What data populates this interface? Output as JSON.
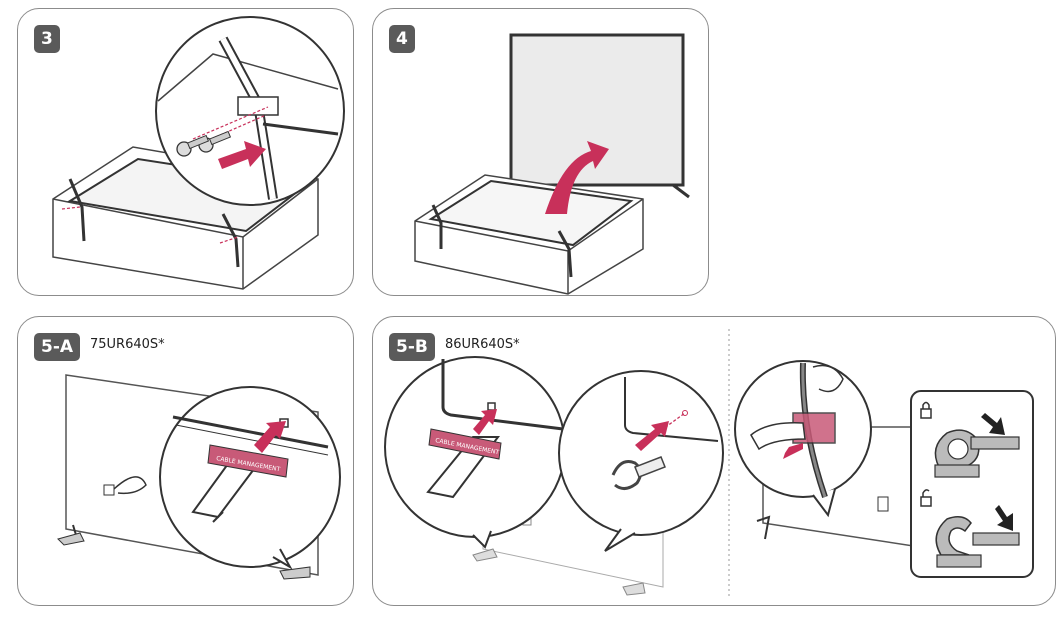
{
  "steps": {
    "s3": {
      "label": "3"
    },
    "s4": {
      "label": "4"
    },
    "s5a": {
      "label": "5-A",
      "model": "75UR640S*",
      "tag_text": "CABLE MANAGEMENT"
    },
    "s5b": {
      "label": "5-B",
      "model": "86UR640S*",
      "tag_text": "CABLE MANAGEMENT"
    }
  },
  "colors": {
    "arrow": "#c8305a",
    "outline": "#8c8c8c",
    "badge": "#5a5a5a",
    "tag": "#c85a78"
  },
  "icons": [
    "lock-closed-icon",
    "lock-open-icon",
    "arrow-icon",
    "screw-icon"
  ]
}
